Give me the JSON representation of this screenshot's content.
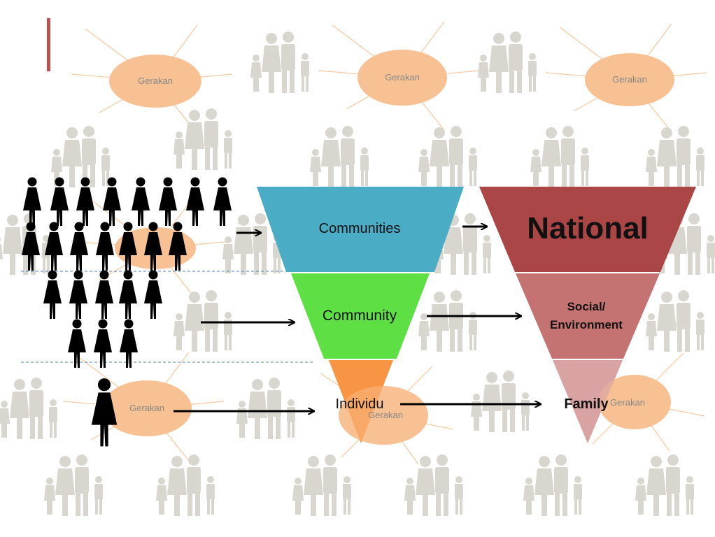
{
  "slide": {
    "background_label": "Gerakan",
    "colors": {
      "accent_bar": "#c0504d",
      "blob": "#f8c193",
      "blob_ray": "#f6c9a0",
      "family_icon": "#d9d6cf",
      "person_icon": "#000000"
    }
  },
  "left_funnel": {
    "tiers": [
      {
        "label": "Communities",
        "color": "#4bacc6"
      },
      {
        "label": "Community",
        "color": "#5ee045"
      },
      {
        "label": "Individu",
        "color": "#f79646"
      }
    ]
  },
  "right_funnel": {
    "tiers": [
      {
        "label": "National",
        "color": "#ab4646"
      },
      {
        "label": "Social/ Environment",
        "line1": "Social/",
        "line2": "Environment",
        "color": "#c47272"
      },
      {
        "label": "Family",
        "color": "#d9a3a3"
      }
    ]
  },
  "icons": {
    "background": "family-icon",
    "people": "person-icon",
    "arrows": "arrow-right-icon"
  }
}
